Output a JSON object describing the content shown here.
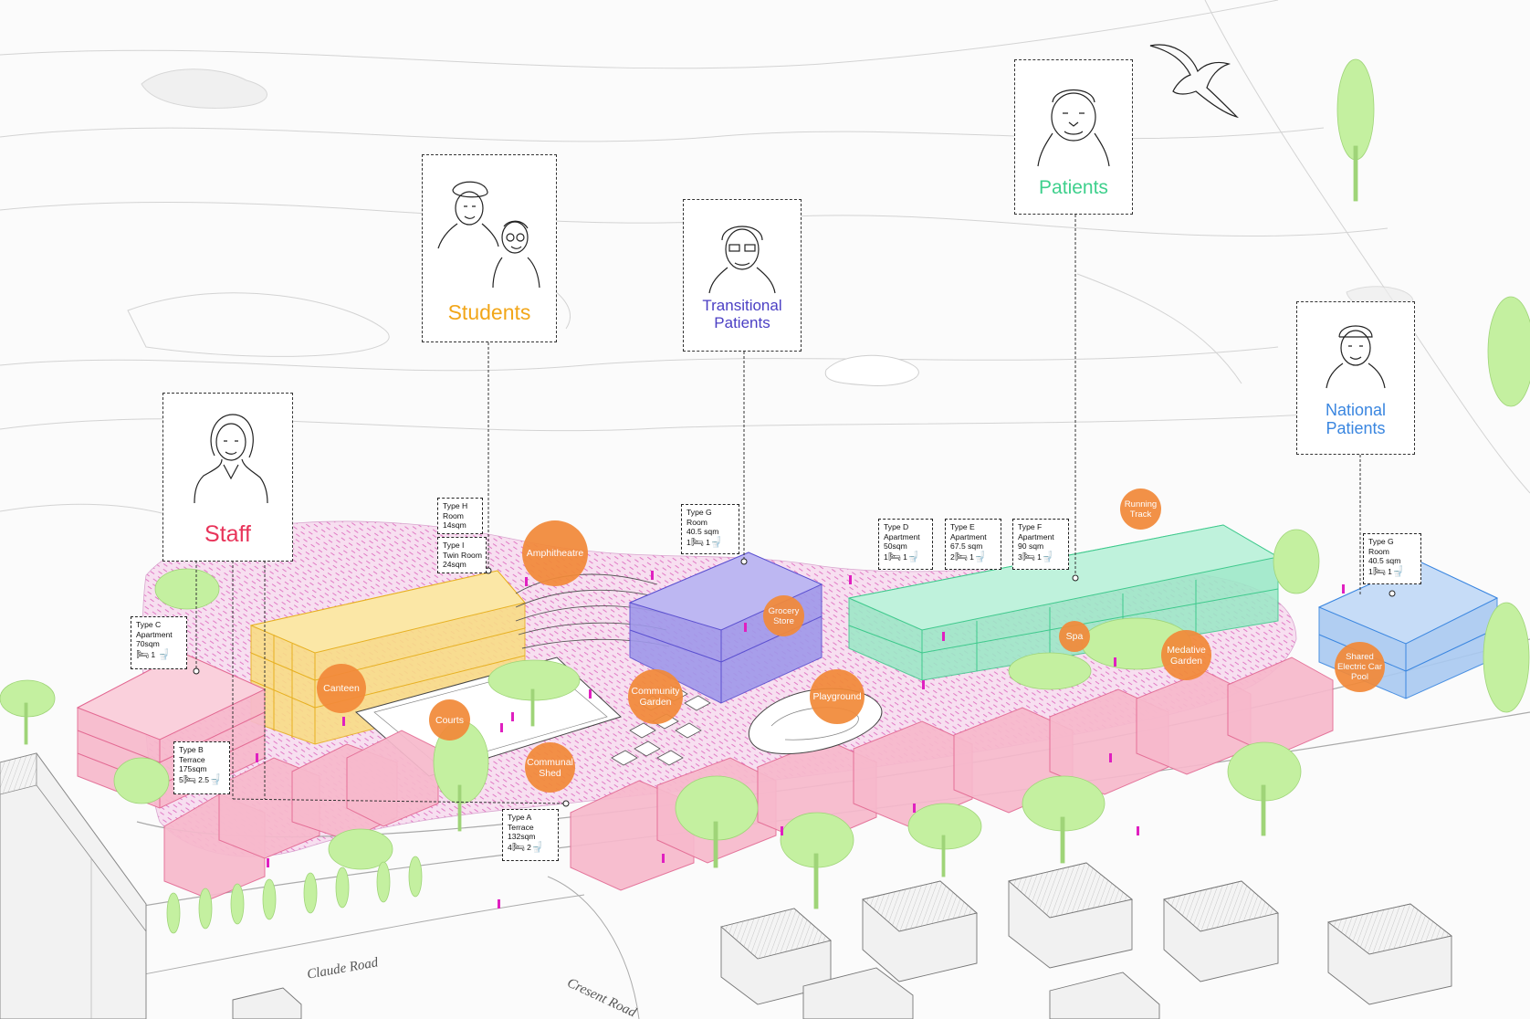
{
  "personas": [
    {
      "id": "staff",
      "label": "Staff",
      "color": "#e8345a"
    },
    {
      "id": "students",
      "label": "Students",
      "color": "#f2a619"
    },
    {
      "id": "transitional",
      "label": "Transitional Patients",
      "color": "#4b3fc4"
    },
    {
      "id": "patients",
      "label": "Patients",
      "color": "#3ed08c"
    },
    {
      "id": "national",
      "label": "National Patients",
      "color": "#3a86e0"
    }
  ],
  "units": [
    {
      "id": "type-c",
      "lines": [
        "Type C",
        "Apartment",
        "70sqm"
      ],
      "beds": "",
      "baths": "1"
    },
    {
      "id": "type-b",
      "lines": [
        "Type B",
        "Terrace",
        "175sqm"
      ],
      "beds": "5",
      "baths": "2.5"
    },
    {
      "id": "type-h",
      "lines": [
        "Type H",
        "Room",
        "14sqm"
      ]
    },
    {
      "id": "type-i",
      "lines": [
        "Type I",
        "Twin Room",
        "24sqm"
      ]
    },
    {
      "id": "type-a",
      "lines": [
        "Type A",
        "Terrace",
        "132sqm"
      ],
      "beds": "4",
      "baths": "2"
    },
    {
      "id": "type-g-1",
      "lines": [
        "Type G",
        "Room",
        "40.5 sqm"
      ],
      "beds": "1",
      "baths": "1"
    },
    {
      "id": "type-d",
      "lines": [
        "Type D",
        "Apartment",
        "50sqm"
      ],
      "beds": "1",
      "baths": "1"
    },
    {
      "id": "type-e",
      "lines": [
        "Type E",
        "Apartment",
        "67.5 sqm"
      ],
      "beds": "2",
      "baths": "1"
    },
    {
      "id": "type-f",
      "lines": [
        "Type F",
        "Apartment",
        "90 sqm"
      ],
      "beds": "3",
      "baths": "1"
    },
    {
      "id": "type-g-2",
      "lines": [
        "Type G",
        "Room",
        "40.5 sqm"
      ],
      "beds": "1",
      "baths": "1"
    }
  ],
  "amenities": [
    {
      "id": "amphitheatre",
      "label": "Amphitheatre"
    },
    {
      "id": "running-track",
      "label": "Running Track"
    },
    {
      "id": "grocery-store",
      "label": "Grocery Store"
    },
    {
      "id": "canteen",
      "label": "Canteen"
    },
    {
      "id": "courts",
      "label": "Courts"
    },
    {
      "id": "community-garden",
      "label": "Community Garden"
    },
    {
      "id": "playground",
      "label": "Playground"
    },
    {
      "id": "communal-shed",
      "label": "Communal Shed"
    },
    {
      "id": "spa",
      "label": "Spa"
    },
    {
      "id": "meditative-garden",
      "label": "Medative Garden"
    },
    {
      "id": "car-pool",
      "label": "Shared Electric Car Pool"
    }
  ],
  "roads": [
    {
      "id": "claude",
      "label": "Claude Road"
    },
    {
      "id": "cresent",
      "label": "Cresent Road"
    }
  ],
  "colors": {
    "staff": "#f4b6c8",
    "students": "#f7d37a",
    "transitional": "#7d73e0",
    "patients": "#66e0b0",
    "national": "#66a3e6",
    "amenity": "#f28a3a",
    "tree": "#c4f0a0",
    "ground": "#f2cde6",
    "people": "#e020c0"
  },
  "icons": [
    "bed-icon",
    "bath-icon",
    "seagull-icon",
    "tree-icon"
  ]
}
